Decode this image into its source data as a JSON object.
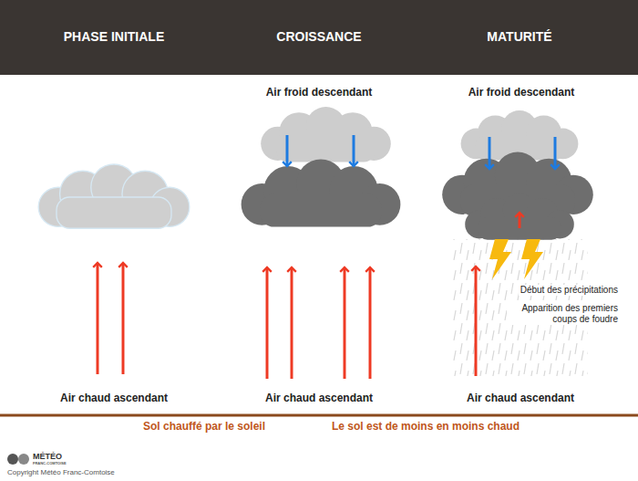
{
  "diagram": {
    "labels": [
      "PHASE INITIALE",
      "CROISSANCE",
      "MATURITÉ",
      "Air froid descendant",
      "Air froid descendant",
      "Début des précipitations",
      "Apparition des premiers coups de foudre",
      "Air chaud ascendant",
      "Air chaud ascendant",
      "Air chaud ascendant",
      "Sol chauffé par le soleil",
      "Le sol est de moins en moins chaud",
      "MÉTÉO",
      "FRANC-COMTOISE",
      "Copyright Météo Franc-Comtoise"
    ]
  }
}
